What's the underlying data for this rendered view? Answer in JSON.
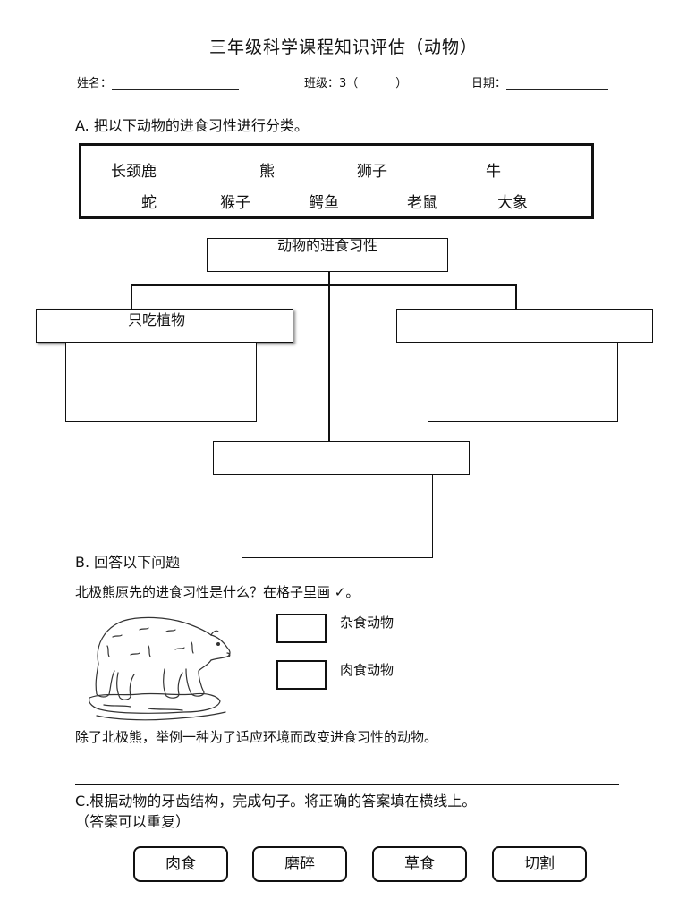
{
  "header": {
    "title": "三年级科学课程知识评估（动物）",
    "name_label": "姓名：",
    "class_label": "班级：3（",
    "class_close": "）",
    "date_label": "日期："
  },
  "section_a": {
    "title": "A.  把以下动物的进食习性进行分类。",
    "animals_row1": [
      "长颈鹿",
      "熊",
      "狮子",
      "牛"
    ],
    "animals_row2": [
      "蛇",
      "猴子",
      "鳄鱼",
      "老鼠",
      "大象"
    ],
    "tree_root": "动物的进食习性",
    "tree_left": "只吃植物",
    "tree_right": "",
    "tree_bottom": ""
  },
  "section_b": {
    "title": "B. 回答以下问题",
    "question1": "北极熊原先的进食习性是什么？在格子里画 ✓。",
    "option1": "杂食动物",
    "option2": "肉食动物",
    "question2": "除了北极熊，举例一种为了适应环境而改变进食习性的动物。"
  },
  "section_c": {
    "title": "C.根据动物的牙齿结构，完成句子。将正确的答案填在横线上。",
    "note": "（答案可以重复）",
    "choices": [
      "肉食",
      "磨碎",
      "草食",
      "切割"
    ]
  }
}
